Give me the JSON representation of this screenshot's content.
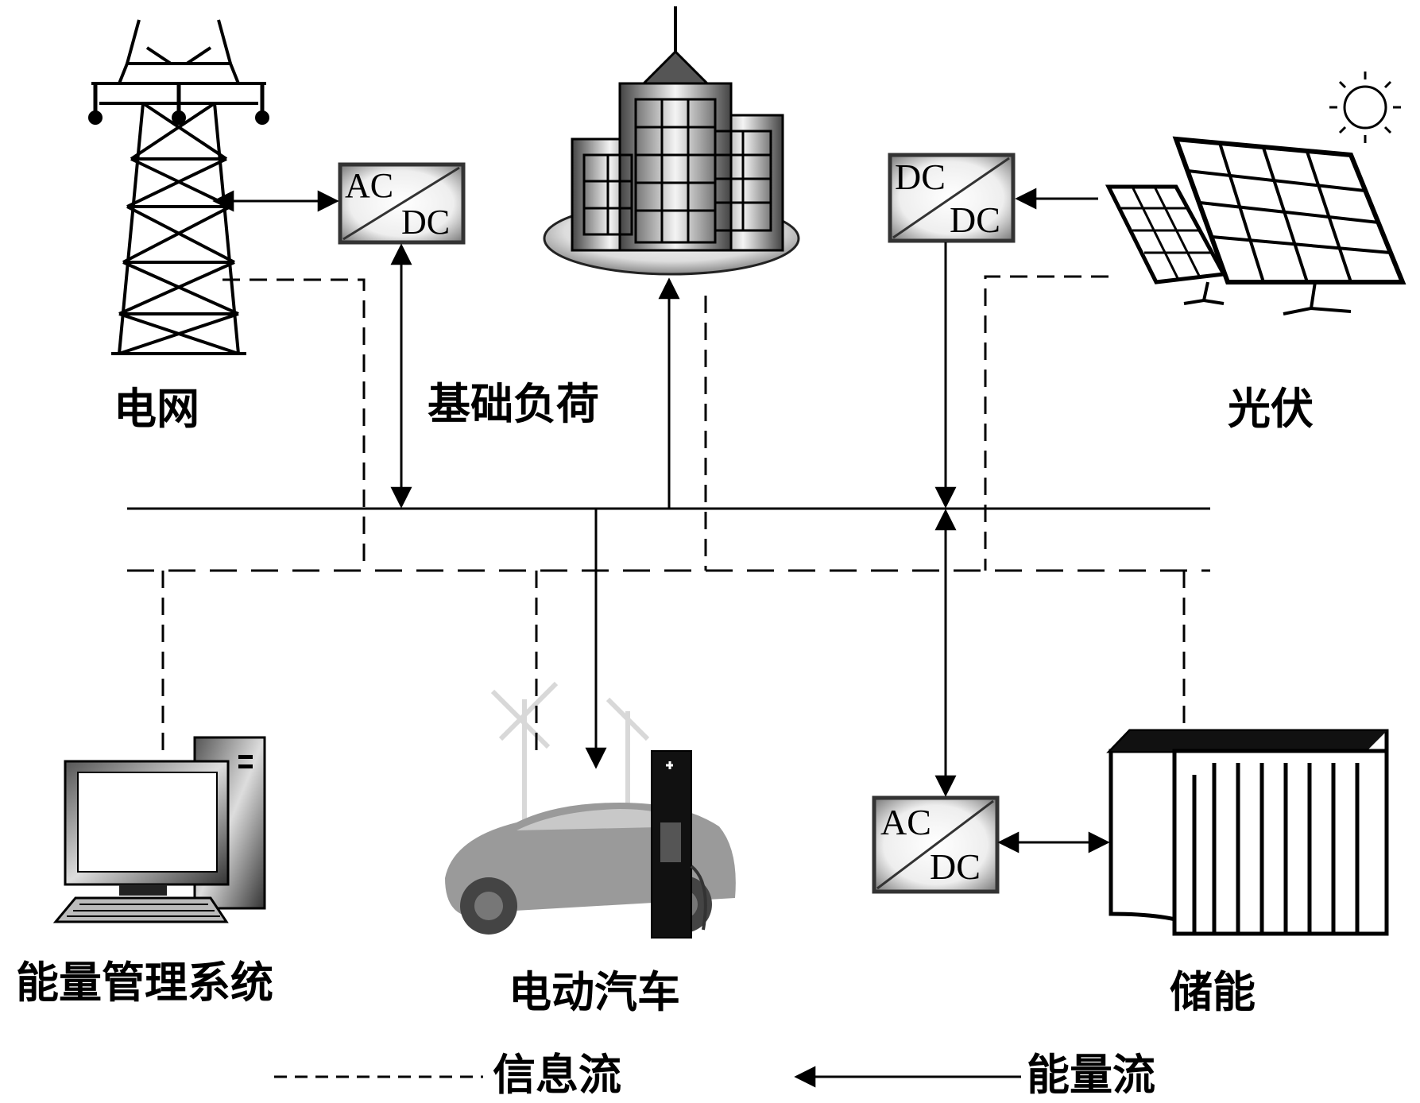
{
  "nodes": {
    "grid": {
      "label": "电网"
    },
    "base_load": {
      "label": "基础负荷"
    },
    "pv": {
      "label": "光伏"
    },
    "ems": {
      "label": "能量管理系统"
    },
    "ev": {
      "label": "电动汽车"
    },
    "storage": {
      "label": "储能"
    }
  },
  "converters": {
    "grid_conv": {
      "top": "AC",
      "bottom": "DC"
    },
    "pv_conv": {
      "top": "DC",
      "bottom": "DC"
    },
    "storage_conv": {
      "top": "AC",
      "bottom": "DC"
    }
  },
  "legend": {
    "info_flow": "信息流",
    "energy_flow": "能量流"
  },
  "colors": {
    "line": "#000000",
    "background": "#ffffff"
  }
}
